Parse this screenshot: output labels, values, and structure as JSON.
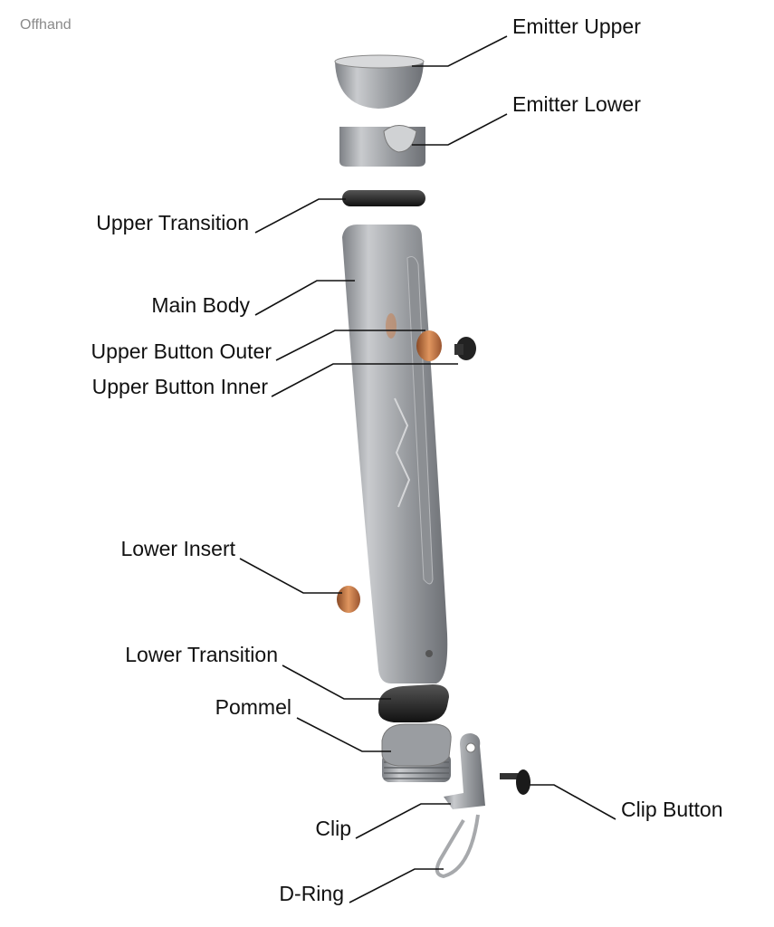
{
  "title": "Offhand",
  "labels": {
    "emitter_upper": "Emitter Upper",
    "emitter_lower": "Emitter Lower",
    "upper_transition": "Upper Transition",
    "main_body": "Main Body",
    "upper_button_outer": "Upper Button Outer",
    "upper_button_inner": "Upper Button Inner",
    "lower_insert": "Lower Insert",
    "lower_transition": "Lower Transition",
    "pommel": "Pommel",
    "clip": "Clip",
    "d_ring": "D-Ring",
    "clip_button": "Clip Button"
  },
  "colors": {
    "metal": "#9a9da1",
    "dark": "#2a2a2a",
    "copper": "#c77a45"
  }
}
